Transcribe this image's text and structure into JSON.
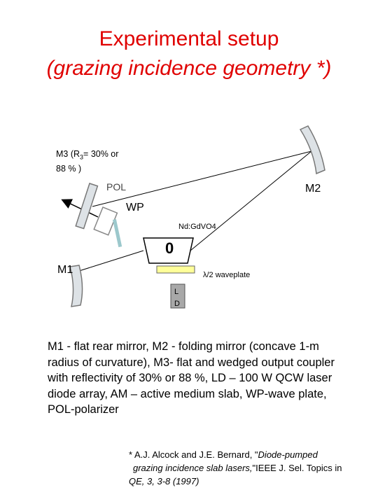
{
  "title": {
    "line1": "Experimental setup",
    "line2": "(grazing incidence geometry *)"
  },
  "diagram": {
    "labels": {
      "m3_prefix": "M3 (R",
      "m3_sub": "3",
      "m3_suffix": "= 30% or",
      "m3_line2": "88 % )",
      "pol": "POL",
      "m2": "M2",
      "wp": "WP",
      "ndgdvo4": "Nd:GdVO4",
      "am_symbol": "0",
      "m1": "M1",
      "waveplate": "λ/2 waveplate",
      "ld_l": "L",
      "ld_d": "D"
    },
    "colors": {
      "title": "#e00000",
      "mirror_fill": "#dde2e6",
      "waveplate_fill": "#ffff99",
      "wp_plate": "#9cc8cc",
      "ld_fill": "#a8a8a8"
    }
  },
  "caption": "M1 - flat rear mirror, M2 - folding mirror (concave 1-m radius of curvature), M3- flat  and wedged output coupler with reflectivity of 30% or 88 %, LD – 100 W QCW laser diode array, AM – active medium slab, WP-wave plate, POL-polarizer",
  "reference": {
    "line1_plain": "* A.J. Alcock and J.E. Bernard, \"",
    "line1_italic": "Diode-pumped",
    "line2_italic": "grazing incidence slab lasers,",
    "line2_plain": "\"IEEE J. Sel. Topics in",
    "line3": "QE, 3, 3-8 (1997)"
  }
}
